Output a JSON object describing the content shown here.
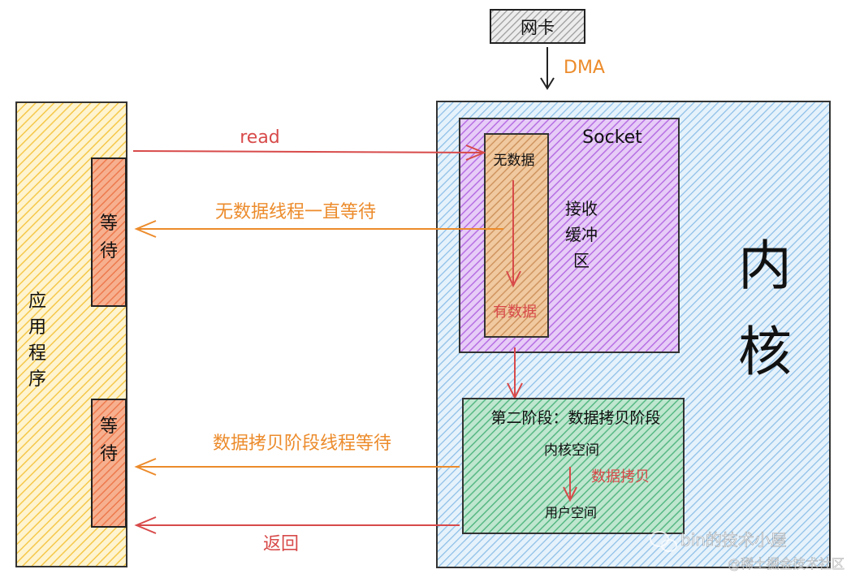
{
  "nic": {
    "label": "网卡"
  },
  "dma": {
    "label": "DMA"
  },
  "app": {
    "label": [
      "应",
      "用",
      "程",
      "序"
    ]
  },
  "wait1": {
    "label": [
      "等",
      "待"
    ]
  },
  "wait2": {
    "label": [
      "等",
      "待"
    ]
  },
  "kernel": {
    "label": [
      "内",
      "核"
    ]
  },
  "socket": {
    "label": "Socket"
  },
  "receive_buffer": {
    "label": [
      "接收",
      "缓冲",
      "区"
    ]
  },
  "buffer_top": {
    "label": "无数据"
  },
  "buffer_bottom": {
    "label": "有数据"
  },
  "arrows": {
    "read": "read",
    "wait_no_data": "无数据线程一直等待",
    "wait_copy": "数据拷贝阶段线程等待",
    "return": "返回"
  },
  "stage2": {
    "title": "第二阶段：数据拷贝阶段",
    "kernel_space": "内核空间",
    "copy": "数据拷贝",
    "user_space": "用户空间"
  },
  "watermark": {
    "account": "bin的技术小屋",
    "site": "@稀土掘金技术社区"
  },
  "colors": {
    "app_fill": "#f8d46a",
    "wait_fill": "#f08a5d",
    "kernel_fill": "#9ec8ea",
    "socket_fill": "#c48be8",
    "buffer_fill": "#d9a06a",
    "stage2_fill": "#6fc39a",
    "red": "#d84a4a",
    "orange": "#ec8b2b"
  }
}
